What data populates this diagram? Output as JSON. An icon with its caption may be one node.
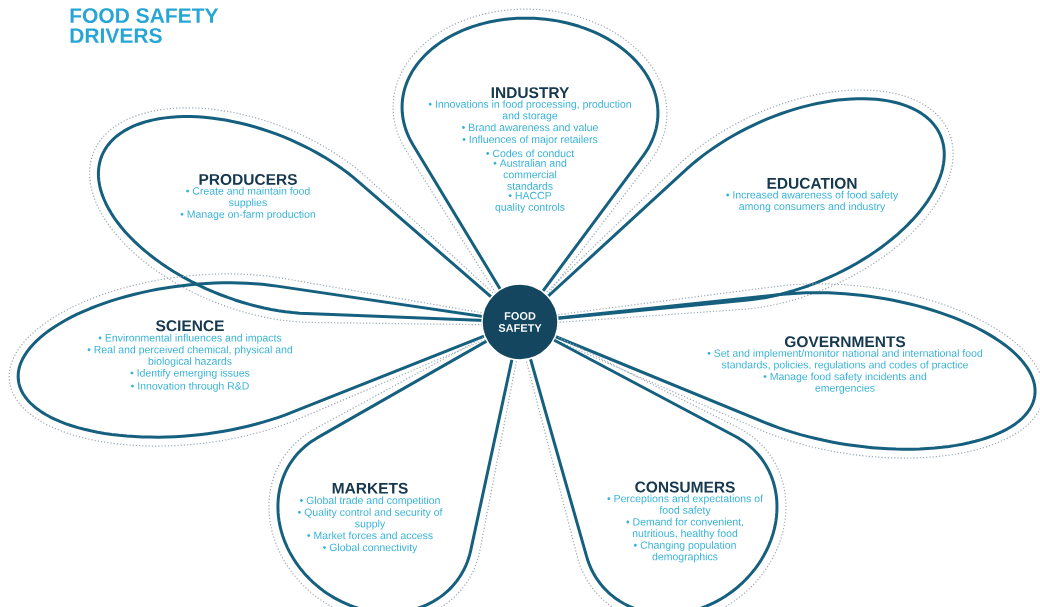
{
  "diagram": {
    "title": "FOOD SAFETY DRIVERS",
    "nodes": [
      {
        "text": [
          "INDUSTRY",
          "• Innovations in food processing, production and storage",
          "• Brand awareness and value",
          "• Influences of major retailers",
          "• Codes of conduct",
          "• Australian and commercial standards",
          "• HACCP quality controls"
        ]
      },
      {
        "text": [
          "PRODUCERS",
          "• Create and maintain food supplies",
          "• Manage on-farm production"
        ]
      },
      {
        "text": [
          "EDUCATION",
          "• Increased awareness of food safety among consumers and industry"
        ]
      },
      {
        "text": [
          "FOOD SAFETY"
        ]
      },
      {
        "text": [
          "SCIENCE",
          "• Environmental influences and impacts",
          "• Real and perceived chemical, physical and biological hazards",
          "• Identify emerging issues",
          "• Innovation through R&D"
        ]
      },
      {
        "text": [
          "GOVERNMENTS",
          "• Set and implement/monitor national and international food standards, policies, regulations and codes of practice",
          "• Manage food safety incidents and emergencies"
        ]
      },
      {
        "text": [
          "MARKETS",
          "• Global trade and competition",
          "• Quality control and security of supply",
          "• Market forces and access",
          "• Global connectivity"
        ]
      },
      {
        "text": [
          "CONSUMERS",
          "• Perceptions and expectations of food safety",
          "• Demand for convenient, nutritious, healthy food",
          "• Changing population demographics"
        ]
      }
    ]
  }
}
